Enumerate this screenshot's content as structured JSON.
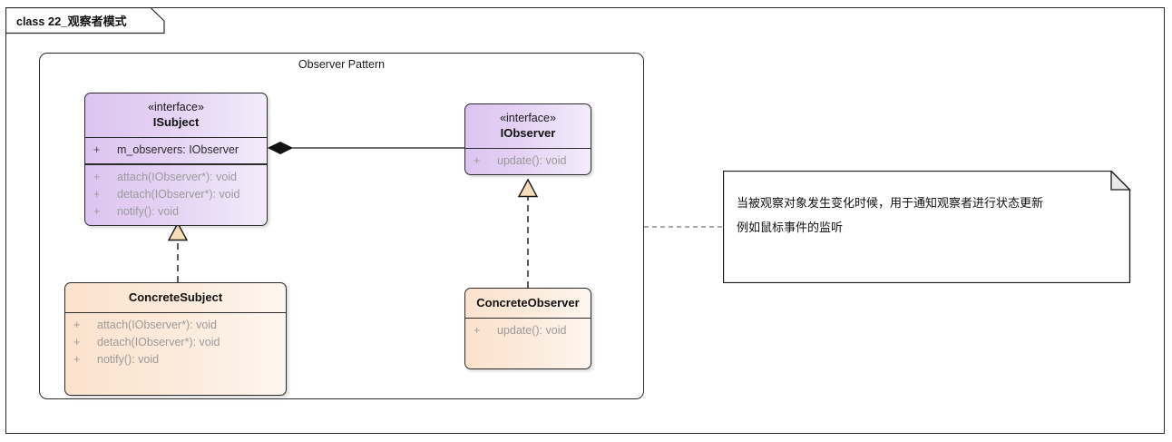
{
  "frame": {
    "keyword": "class",
    "name": "22_观察者模式"
  },
  "package": {
    "title": "Observer Pattern"
  },
  "classes": [
    {
      "id": "isubject",
      "stereotype": "«interface»",
      "name": "ISubject",
      "kind": "interface",
      "fill": "#dcc4f0",
      "attributes": [
        {
          "visibility": "+",
          "signature": "m_observers: IObserver"
        }
      ],
      "operations": [
        {
          "visibility": "+",
          "signature": "attach(IObserver*): void"
        },
        {
          "visibility": "+",
          "signature": "detach(IObserver*): void"
        },
        {
          "visibility": "+",
          "signature": "notify(): void"
        }
      ]
    },
    {
      "id": "iobserver",
      "stereotype": "«interface»",
      "name": "IObserver",
      "kind": "interface",
      "fill": "#dcc4f0",
      "attributes": [],
      "operations": [
        {
          "visibility": "+",
          "signature": "update(): void"
        }
      ]
    },
    {
      "id": "concretesubject",
      "stereotype": "",
      "name": "ConcreteSubject",
      "kind": "class",
      "fill": "#fbe2cd",
      "attributes": [],
      "operations": [
        {
          "visibility": "+",
          "signature": "attach(IObserver*): void"
        },
        {
          "visibility": "+",
          "signature": "detach(IObserver*): void"
        },
        {
          "visibility": "+",
          "signature": "notify(): void"
        }
      ]
    },
    {
      "id": "concreteobserver",
      "stereotype": "",
      "name": "ConcreteObserver",
      "kind": "class",
      "fill": "#fbe2cd",
      "attributes": [],
      "operations": [
        {
          "visibility": "+",
          "signature": "update(): void"
        }
      ]
    }
  ],
  "relations": [
    {
      "type": "composition",
      "from": "ISubject",
      "to": "IObserver",
      "marker": "filled-diamond"
    },
    {
      "type": "realization",
      "from": "ConcreteSubject",
      "to": "ISubject",
      "marker": "hollow-triangle-dashed"
    },
    {
      "type": "realization",
      "from": "ConcreteObserver",
      "to": "IObserver",
      "marker": "hollow-triangle-dashed"
    },
    {
      "type": "note-anchor",
      "from": "note",
      "to": "package",
      "marker": "dashed-line"
    }
  ],
  "note": {
    "lines": [
      "当被观察对象发生变化时候，用于通知观察者进行状态更新",
      "例如鼠标事件的监听"
    ]
  }
}
